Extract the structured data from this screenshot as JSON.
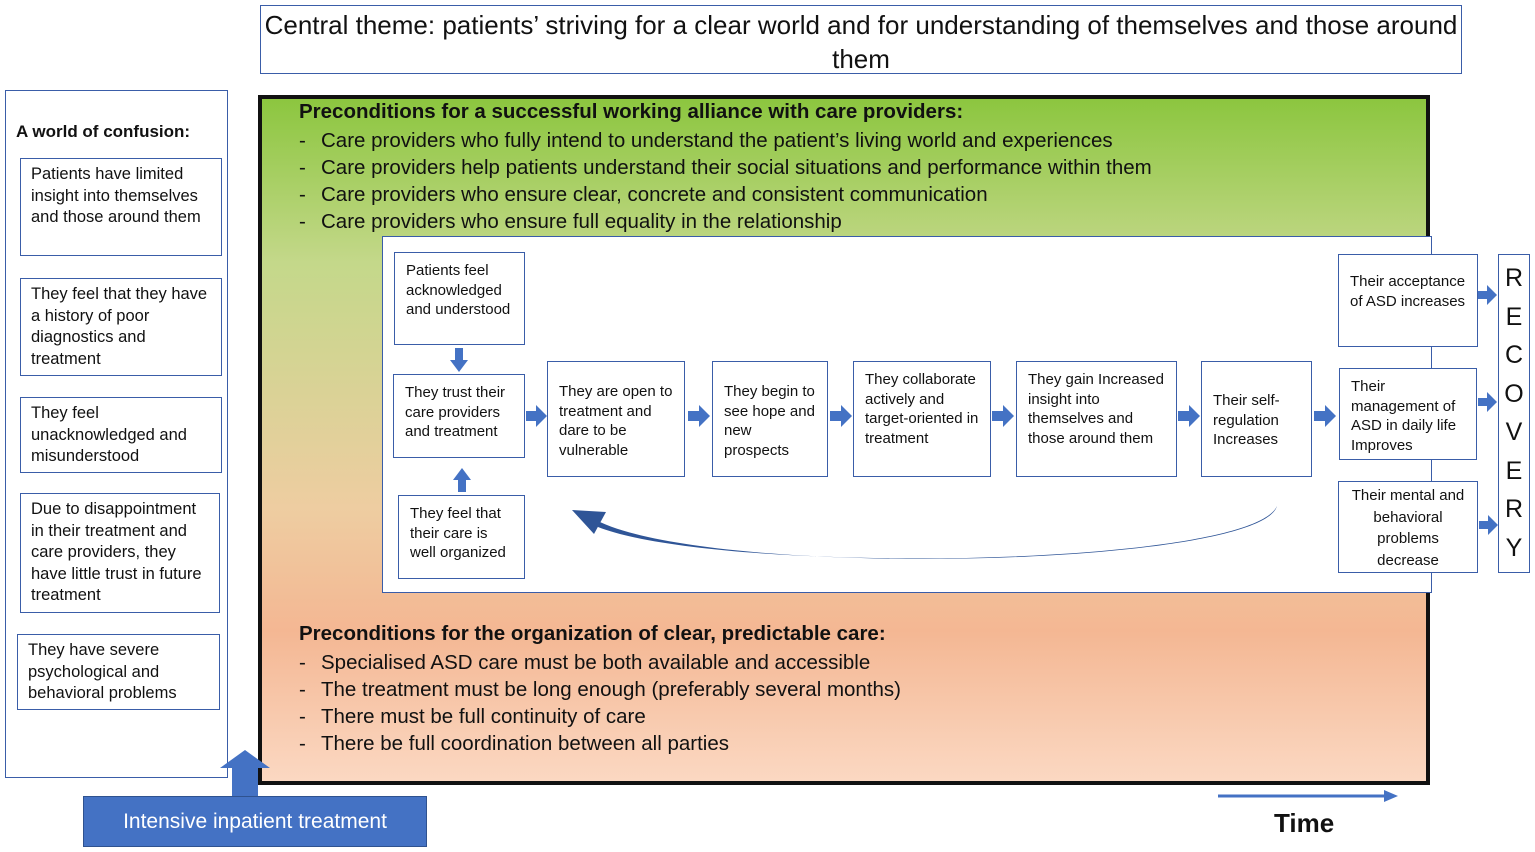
{
  "central_theme": "Central theme: patients’ striving for a clear world and for understanding of themselves and those around them",
  "confusion": {
    "heading": "A world  of confusion:",
    "items": [
      "Patients have limited insight into themselves and those around them",
      "They feel that they have a history of  poor diagnostics and treatment",
      "They feel unacknowledged and misunderstood",
      "Due to disappointment in their treatment and care providers, they have little trust in future treatment",
      "They have severe psychological and behavioral problems"
    ]
  },
  "alliance": {
    "heading": "Preconditions for a successful working alliance with care providers:",
    "items": [
      "Care providers who fully intend to understand the patient’s living world and experiences",
      "Care providers help patients understand their social situations and performance within them",
      "Care providers who ensure clear, concrete and consistent communication",
      "Care providers who ensure full equality in the relationship"
    ]
  },
  "organization": {
    "heading": "Preconditions for the organization of clear, predictable care:",
    "items": [
      "Specialised ASD care must be both available and accessible",
      "The treatment must be long enough (preferably several months)",
      "There must be full continuity of care",
      "There be full coordination between all parties"
    ]
  },
  "flow": {
    "acknowledged": "Patients feel acknowledged and understood",
    "trust": "They trust their care providers and treatment",
    "organized": "They feel that their care is well organized",
    "open": "They are open to treatment and dare to be vulnerable",
    "hope": "They begin to see hope and new prospects",
    "collaborate": "They collaborate actively and target-oriented in treatment",
    "insight": "They gain Increased insight into themselves and those around them",
    "selfreg": "Their self-regulation Increases",
    "acceptance": "Their acceptance of ASD increases",
    "management": "Their management of ASD in daily life Improves",
    "mental": "Their mental and behavioral problems decrease"
  },
  "recovery_letters": [
    "R",
    "E",
    "C",
    "O",
    "V",
    "E",
    "R",
    "Y"
  ],
  "time_label": "Time",
  "inpatient_label": "Intensive inpatient treatment",
  "colors": {
    "border_blue": "#3a5da8",
    "arrow_blue": "#4472c4",
    "green_top": "#8cc63f",
    "orange_bottom": "#f4b793"
  }
}
